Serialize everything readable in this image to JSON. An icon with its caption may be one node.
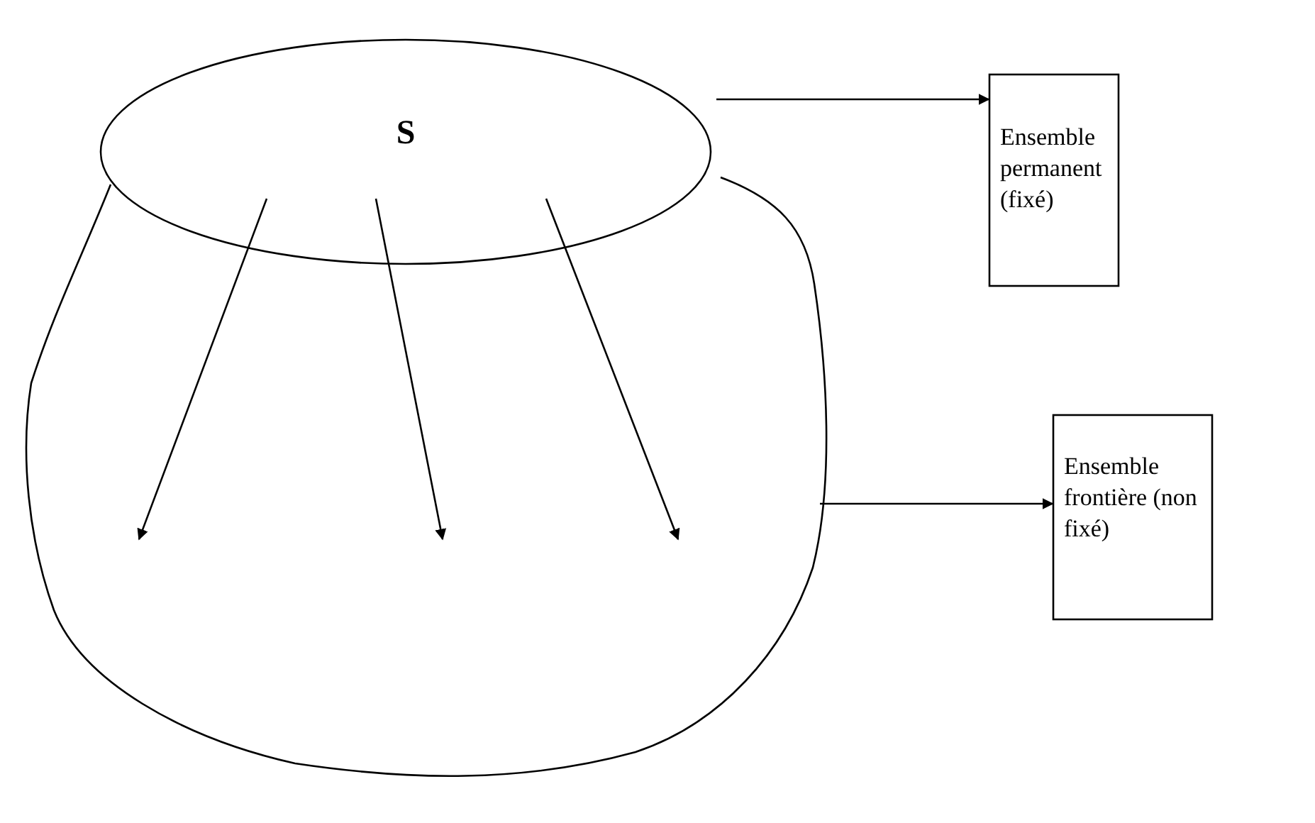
{
  "diagram": {
    "nodes": [
      {
        "text": [
          "S"
        ]
      },
      {
        "text": [
          "Ensemble permanent (fixé)"
        ]
      },
      {
        "text": [],
        "shape": "blob"
      },
      {
        "text": [
          "Ensemble frontière (non fixé)"
        ]
      }
    ],
    "edges": [
      {
        "from": 0,
        "to": 1,
        "arrow": "to"
      },
      {
        "from": 0,
        "to": 2,
        "arrow": "to"
      },
      {
        "from": 0,
        "to": 2,
        "arrow": "to"
      },
      {
        "from": 0,
        "to": 2,
        "arrow": "to"
      },
      {
        "from": 2,
        "to": 3,
        "arrow": "to"
      }
    ]
  }
}
